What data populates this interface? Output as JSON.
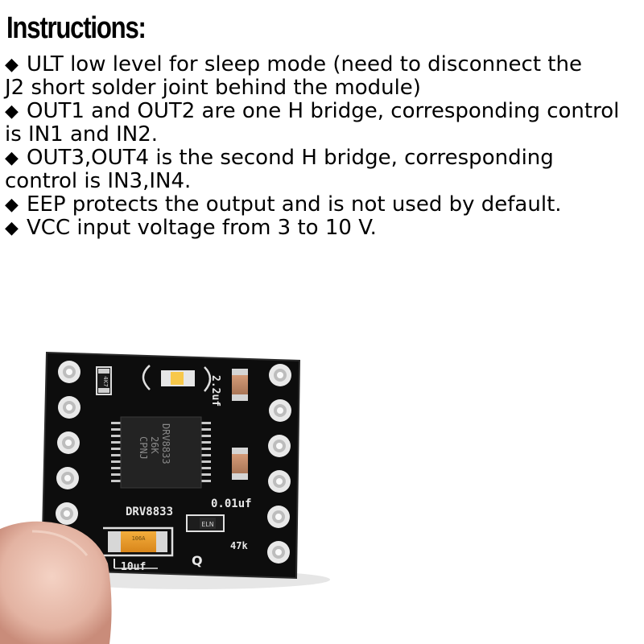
{
  "title": "Instructions:",
  "bullet_symbol": "◆",
  "instruction_lines": [
    {
      "bullet": true,
      "text": "ULT low level for sleep mode (need to disconnect the"
    },
    {
      "bullet": false,
      "text": "J2 short solder joint behind the module)"
    },
    {
      "bullet": true,
      "text": "OUT1 and OUT2 are one H bridge, corresponding control"
    },
    {
      "bullet": false,
      "text": "is IN1 and IN2."
    },
    {
      "bullet": true,
      "text": "OUT3,OUT4 is the second H bridge, corresponding"
    },
    {
      "bullet": false,
      "text": "control is IN3,IN4."
    },
    {
      "bullet": true,
      "text": "EEP protects the output and is not used by default."
    },
    {
      "bullet": true,
      "text": "VCC input voltage from 3 to 10 V."
    }
  ],
  "board": {
    "chip_text": [
      "DRV8833",
      "26K",
      "CPNJ"
    ],
    "silkscreen_model": "DRV8833",
    "cap_label_top": "2.2uf",
    "cap_label_mid": "0.01uf",
    "tantalum_label": "10uf",
    "resistor_label": "47k",
    "resistor_small_label": "4K7",
    "inductor_code": "ELN",
    "tantalum_code": "106A",
    "q_mark": "Q",
    "board_color": "#0d0d0d",
    "pad_color": "#e9e9e9"
  }
}
